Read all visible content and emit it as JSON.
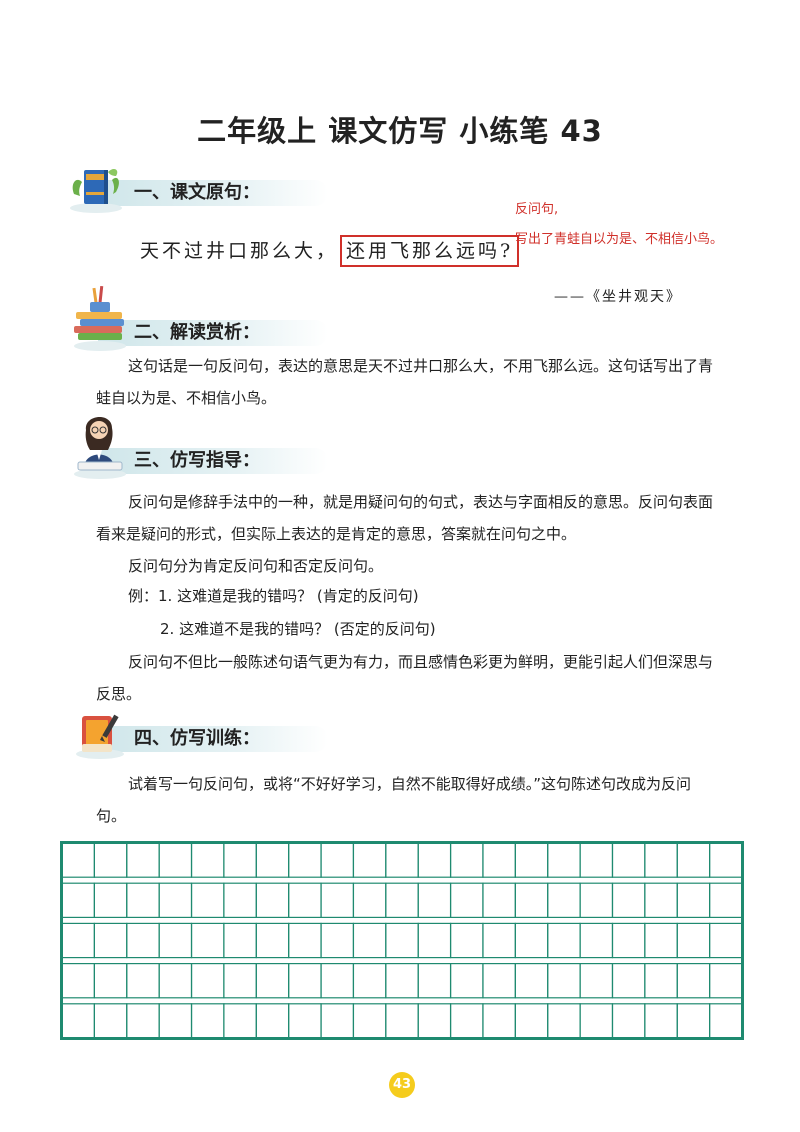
{
  "title": "二年级上  课文仿写  小练笔 43",
  "sections": {
    "s1": "一、课文原句：",
    "s2": "二、解读赏析：",
    "s3": "三、仿写指导：",
    "s4": "四、仿写训练："
  },
  "original": {
    "plain": "天不过井口那么大，",
    "highlight": "还用飞那么远吗?",
    "source": "——《坐井观天》",
    "note_line1": "反问句,",
    "note_line2": "写出了青蛙自以为是、不相信小鸟。"
  },
  "analysis": "这句话是一句反问句，表达的意思是天不过井口那么大，不用飞那么远。这句话写出了青蛙自以为是、不相信小鸟。",
  "guide": {
    "p1": "反问句是修辞手法中的一种，就是用疑问句的句式，表达与字面相反的意思。反问句表面看来是疑问的形式，但实际上表达的是肯定的意思，答案就在问句之中。",
    "p2": "反问句分为肯定反问句和否定反问句。",
    "ex1": "例：1. 这难道是我的错吗？ (肯定的反问句)",
    "ex2": "2. 这难道不是我的错吗？ (否定的反问句)",
    "p3": "反问句不但比一般陈述句语气更为有力，而且感情色彩更为鲜明，更能引起人们但深思与反思。"
  },
  "training": "试着写一句反问句，或将“不好好学习，自然不能取得好成绩。”这句陈述句改成为反问句。",
  "grid": {
    "rows": 5,
    "cols": 21,
    "color": "#1f8a70"
  },
  "page_number": "43",
  "icons": [
    "book-plant-icon",
    "book-stack-icon",
    "teacher-icon",
    "book-pen-icon"
  ]
}
